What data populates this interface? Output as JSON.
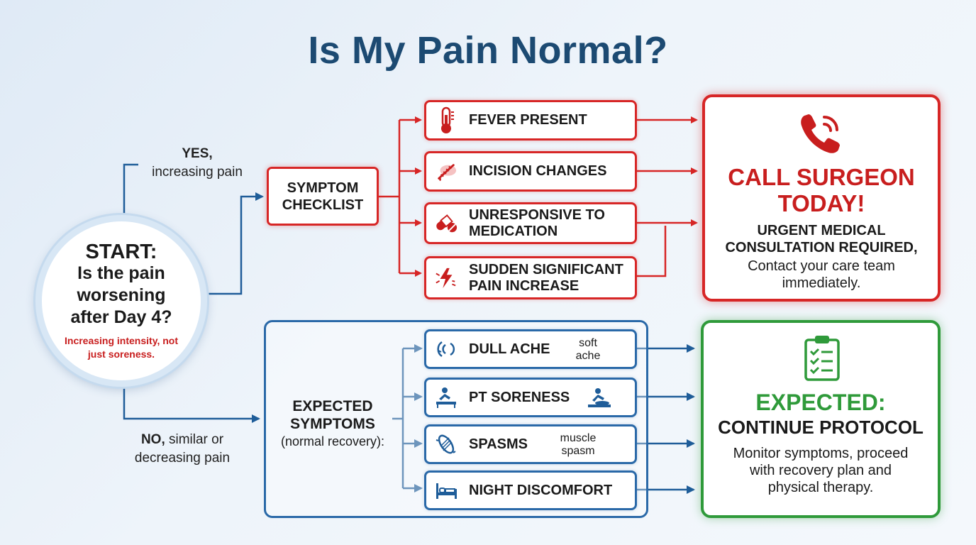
{
  "title": "Is My Pain Normal?",
  "start": {
    "title": "START:",
    "question": "Is the pain worsening after Day 4?",
    "note": "Increasing intensity, not just soreness."
  },
  "yes_branch": {
    "bold": "YES,",
    "text": "increasing pain"
  },
  "no_branch": {
    "bold": "NO,",
    "text": "similar or decreasing pain"
  },
  "checklist": {
    "label": "SYMPTOM CHECKLIST"
  },
  "red_flags": [
    {
      "label": "FEVER PRESENT",
      "icon": "thermometer-icon"
    },
    {
      "label": "INCISION CHANGES",
      "icon": "incision-icon"
    },
    {
      "label": "UNRESPONSIVE TO MEDICATION",
      "icon": "pill-icon"
    },
    {
      "label": "SUDDEN SIGNIFICANT PAIN INCREASE",
      "icon": "pain-spike-icon"
    }
  ],
  "expected": {
    "title": "EXPECTED SYMPTOMS",
    "subtitle": "(normal recovery):",
    "items": [
      {
        "label": "DULL ACHE",
        "note": "soft ache",
        "icon": "dull-ache-icon"
      },
      {
        "label": "PT SORENESS",
        "note": "",
        "icon": "physical-therapy-icon"
      },
      {
        "label": "SPASMS",
        "note": "muscle spasm",
        "icon": "muscle-icon"
      },
      {
        "label": "NIGHT DISCOMFORT",
        "note": "",
        "icon": "bed-icon"
      }
    ]
  },
  "call_outcome": {
    "title": "CALL SURGEON TODAY!",
    "subtitle": "URGENT MEDICAL CONSULTATION REQUIRED,",
    "body": "Contact your care team immediately.",
    "icon": "phone-icon"
  },
  "continue_outcome": {
    "title": "EXPECTED:",
    "subtitle": "CONTINUE PROTOCOL",
    "body": "Monitor symptoms, proceed with recovery plan and physical therapy.",
    "icon": "clipboard-checklist-icon"
  },
  "colors": {
    "red": "#d72626",
    "blue": "#2a69a8",
    "green": "#2f9a3a",
    "title": "#1c4a72"
  }
}
